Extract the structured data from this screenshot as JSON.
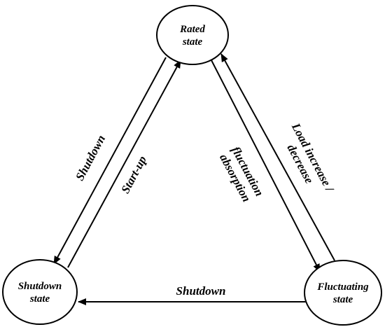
{
  "nodes": {
    "rated": {
      "line1": "Rated",
      "line2": "state"
    },
    "shutdown": {
      "line1": "Shutdown",
      "line2": "state"
    },
    "fluctuating": {
      "line1": "Fluctuating",
      "line2": "state"
    }
  },
  "edges": {
    "rated_to_shutdown": "Shutdown",
    "shutdown_to_rated": "Start-up",
    "rated_to_fluctuating": {
      "line1": "fluctuation",
      "line2": "absorption"
    },
    "fluctuating_to_rated": {
      "line1": "Load increase /",
      "line2": "decrease"
    },
    "fluctuating_to_shutdown": "Shutdown"
  }
}
